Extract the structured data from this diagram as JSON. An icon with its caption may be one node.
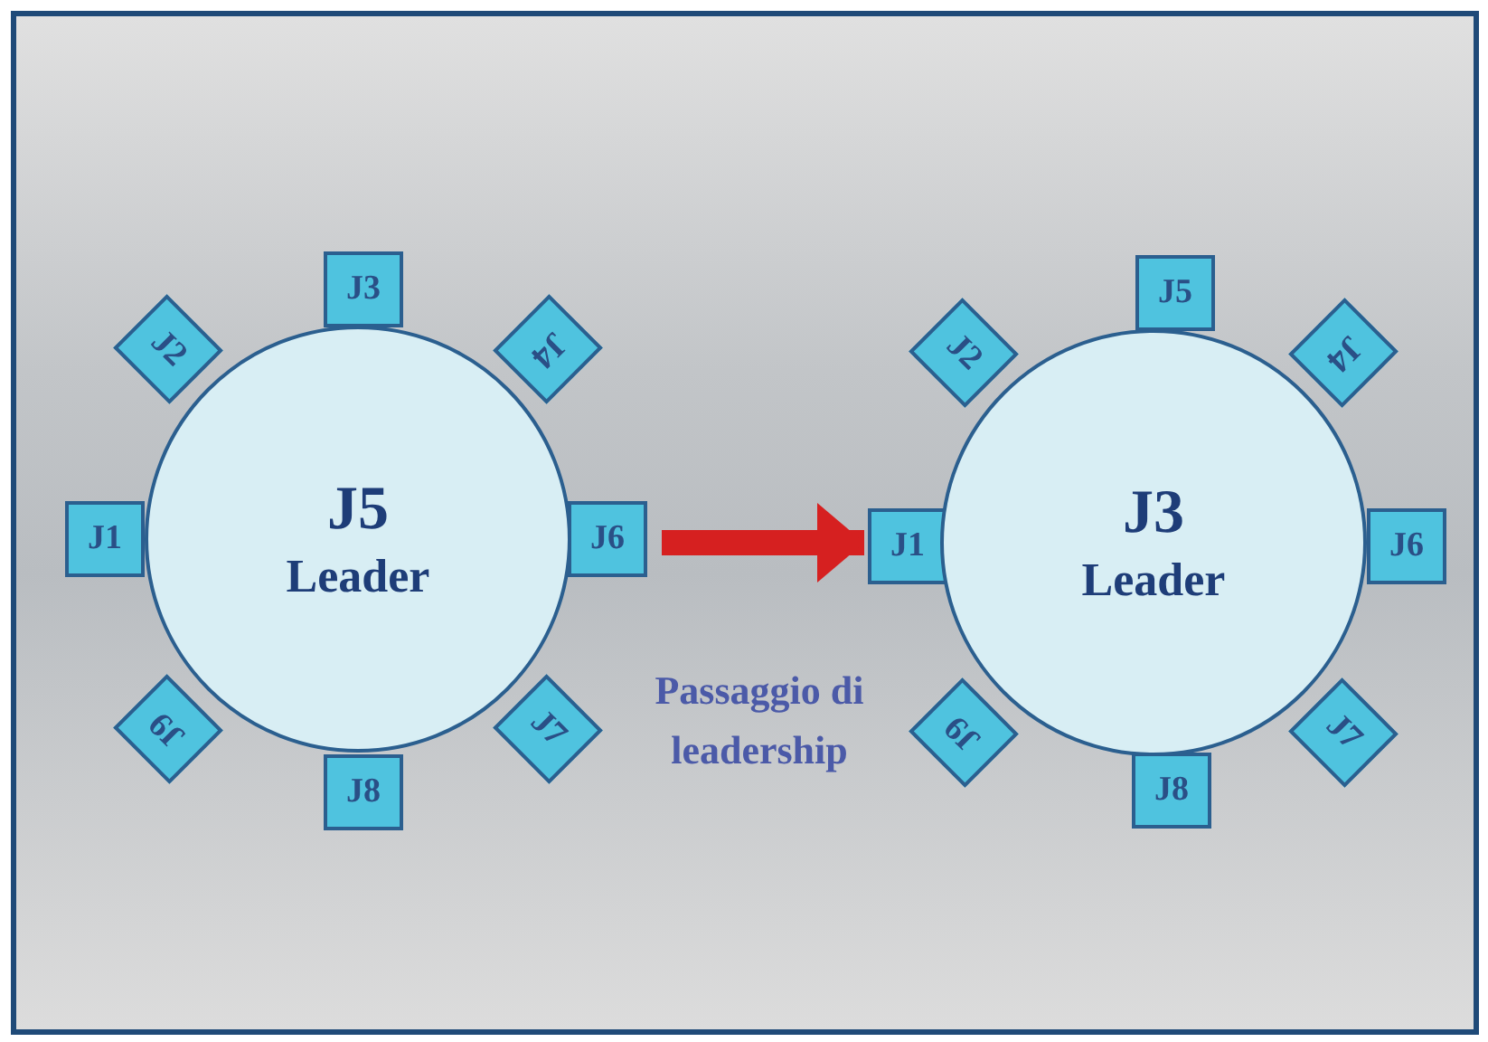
{
  "diagram": {
    "nodes": [
      {
        "text": [
          "J5",
          "Leader"
        ]
      },
      {
        "text": [
          "J3"
        ]
      },
      {
        "text": [
          "J2"
        ]
      },
      {
        "text": [
          "J4"
        ]
      },
      {
        "text": [
          "J1"
        ]
      },
      {
        "text": [
          "J6"
        ]
      },
      {
        "text": [
          "J9"
        ]
      },
      {
        "text": [
          "J7"
        ]
      },
      {
        "text": [
          "J8"
        ]
      },
      {
        "text": [
          "J3",
          "Leader"
        ]
      },
      {
        "text": [
          "J5"
        ]
      },
      {
        "text": [
          "J2"
        ]
      },
      {
        "text": [
          "J4"
        ]
      },
      {
        "text": [
          "J1"
        ]
      },
      {
        "text": [
          "J6"
        ]
      },
      {
        "text": [
          "J9"
        ]
      },
      {
        "text": [
          "J7"
        ]
      },
      {
        "text": [
          "J8"
        ]
      }
    ],
    "edges": [
      {
        "from": 5,
        "to": 13,
        "arrow": "to",
        "color": "#d62020"
      }
    ],
    "labels": [
      "Passaggio di leadership"
    ]
  }
}
